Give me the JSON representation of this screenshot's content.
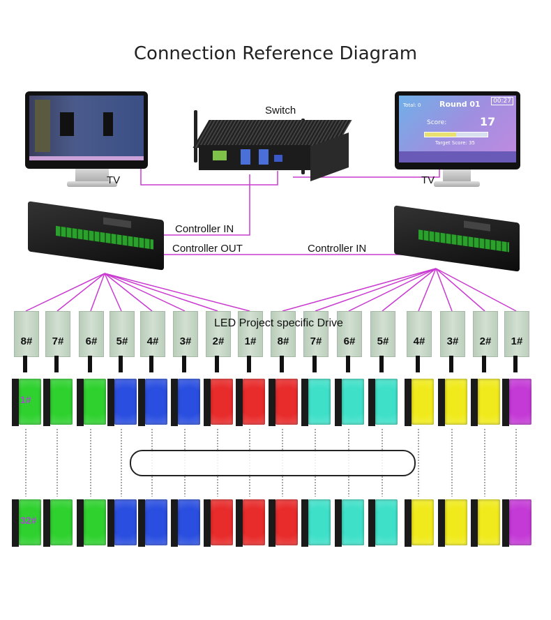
{
  "title": "Connection Reference Diagram",
  "labels": {
    "tv_left": "TV",
    "tv_right": "TV",
    "switch": "Switch",
    "controller_in_1": "Controller IN",
    "controller_out": "Controller OUT",
    "controller_in_2": "Controller IN",
    "drive_group": "LED Project specific Drive",
    "first_tile_top": "1#",
    "first_tile_bottom": "32#"
  },
  "game_screen": {
    "round": "Round 01",
    "timer": "00:27",
    "total": "Total: 0",
    "score_label": "Score:",
    "score": "17",
    "target": "Target Score: 35",
    "progress": 0.5
  },
  "drives": [
    "8#",
    "7#",
    "6#",
    "5#",
    "4#",
    "3#",
    "2#",
    "1#",
    "8#",
    "7#",
    "6#",
    "5#",
    "4#",
    "3#",
    "2#",
    "1#"
  ],
  "tile_colors": [
    "#2fd12f",
    "#2fd12f",
    "#2fd12f",
    "#2a4fe0",
    "#2a4fe0",
    "#2a4fe0",
    "#e82b2b",
    "#e82b2b",
    "#e82b2b",
    "#3fe0c8",
    "#3fe0c8",
    "#3fe0c8",
    "#f0ea1c",
    "#f0ea1c",
    "#f0ea1c",
    "#c43ad6"
  ],
  "colors": {
    "wire": "#c93ad0",
    "drive": "#c8d8c8"
  }
}
